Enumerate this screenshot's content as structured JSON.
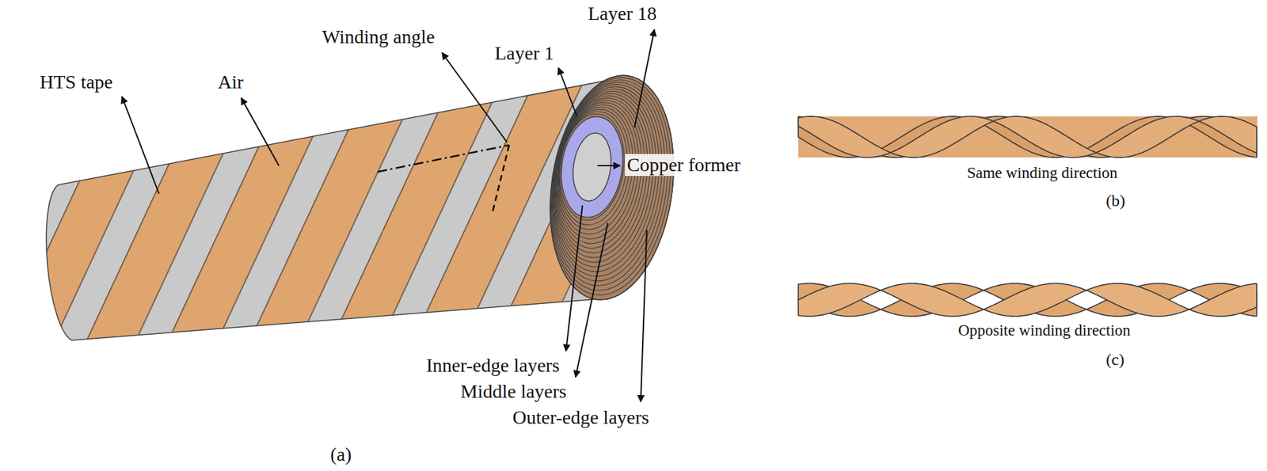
{
  "diagram": {
    "labels": [
      "HTS tape",
      "Air",
      "Winding angle",
      "Layer 1",
      "Layer 18",
      "Copper former",
      "Inner-edge layers",
      "Middle layers",
      "Outer-edge layers",
      "(a)",
      "Same winding direction",
      "(b)",
      "Opposite winding direction",
      "(c)"
    ]
  }
}
